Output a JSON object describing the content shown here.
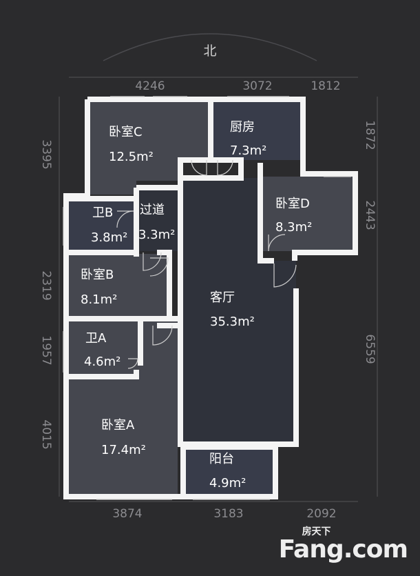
{
  "compass": {
    "north": "北"
  },
  "rooms": [
    {
      "id": "bedroom-c",
      "name": "卧室C",
      "area": "12.5m²",
      "fill": "#45474f"
    },
    {
      "id": "kitchen",
      "name": "厨房",
      "area": "7.3m²",
      "fill": "#383c4a"
    },
    {
      "id": "bedroom-d",
      "name": "卧室D",
      "area": "8.3m²",
      "fill": "#45474f"
    },
    {
      "id": "bath-b",
      "name": "卫B",
      "area": "3.8m²",
      "fill": "#383c4a"
    },
    {
      "id": "corridor",
      "name": "过道",
      "area": "3.3m²",
      "fill": "#2f323b"
    },
    {
      "id": "bedroom-b",
      "name": "卧室B",
      "area": "8.1m²",
      "fill": "#45474f"
    },
    {
      "id": "living-room",
      "name": "客厅",
      "area": "35.3m²",
      "fill": "#2f323b"
    },
    {
      "id": "bath-a",
      "name": "卫A",
      "area": "4.6m²",
      "fill": "#383c4a"
    },
    {
      "id": "bedroom-a",
      "name": "卧室A",
      "area": "17.4m²",
      "fill": "#45474f"
    },
    {
      "id": "balcony",
      "name": "阳台",
      "area": "4.9m²",
      "fill": "#383c4a"
    }
  ],
  "dimensions": {
    "top": [
      "4246",
      "3072",
      "1812"
    ],
    "bottom": [
      "3874",
      "3183",
      "2092"
    ],
    "left": [
      "3395",
      "2319",
      "1957",
      "4015"
    ],
    "right": [
      "1872",
      "2443",
      "6559"
    ]
  },
  "watermark": {
    "logo_text": "Fang.com",
    "logo_small": "房天下"
  }
}
